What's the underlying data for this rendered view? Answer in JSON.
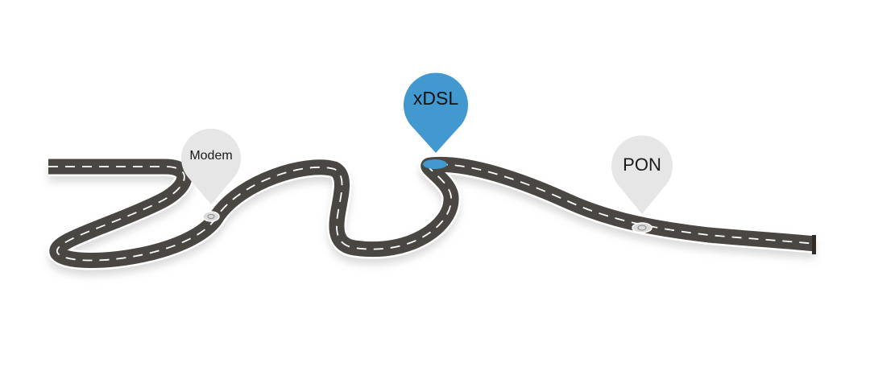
{
  "milestones": [
    {
      "id": "modem",
      "label": "Modem",
      "text_color": "#1a1a1a",
      "pin_color": "#e6e6e6"
    },
    {
      "id": "xdsl",
      "label": "xDSL",
      "text_color": "#111111",
      "pin_color": "#4299cf"
    },
    {
      "id": "pon",
      "label": "PON",
      "text_color": "#1a1a1a",
      "pin_color": "#e6e6e6"
    }
  ],
  "colors": {
    "road": "#4a4642",
    "road_edge": "#ffffff",
    "road_shadow": "#bdbdbd",
    "lane_marking": "#ffffff"
  }
}
